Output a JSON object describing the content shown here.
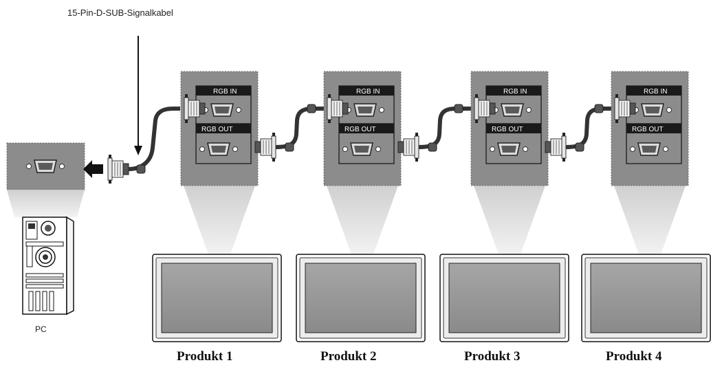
{
  "cable_label": "15-Pin-D-SUB-Signalkabel",
  "pc_label": "PC",
  "port_in_label": "RGB IN",
  "port_out_label": "RGB OUT",
  "products": [
    {
      "label": "Produkt 1"
    },
    {
      "label": "Produkt 2"
    },
    {
      "label": "Produkt 3"
    },
    {
      "label": "Produkt 4"
    }
  ],
  "colors": {
    "panel": "#8c8c8c",
    "beam": "#dcdcdc",
    "port_header": "#1a1a1a",
    "cable": "#3a3a3a"
  }
}
